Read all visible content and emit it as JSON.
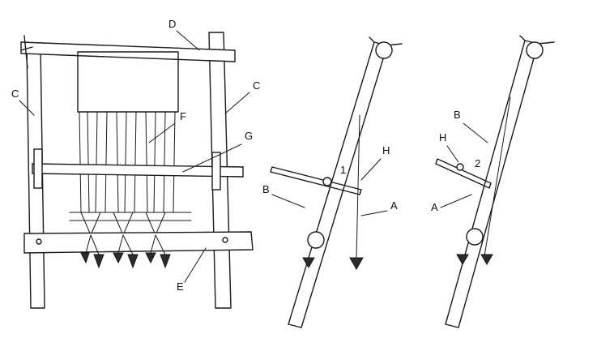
{
  "labels": {
    "left_c": "C",
    "right_c": "C",
    "d": "D",
    "f": "F",
    "g": "G",
    "e": "E",
    "mid_b": "B",
    "mid_h": "H",
    "mid_a": "A",
    "mid_1": "1",
    "right_b": "B",
    "right_h": "H",
    "right_a": "A",
    "right_2": "2"
  }
}
